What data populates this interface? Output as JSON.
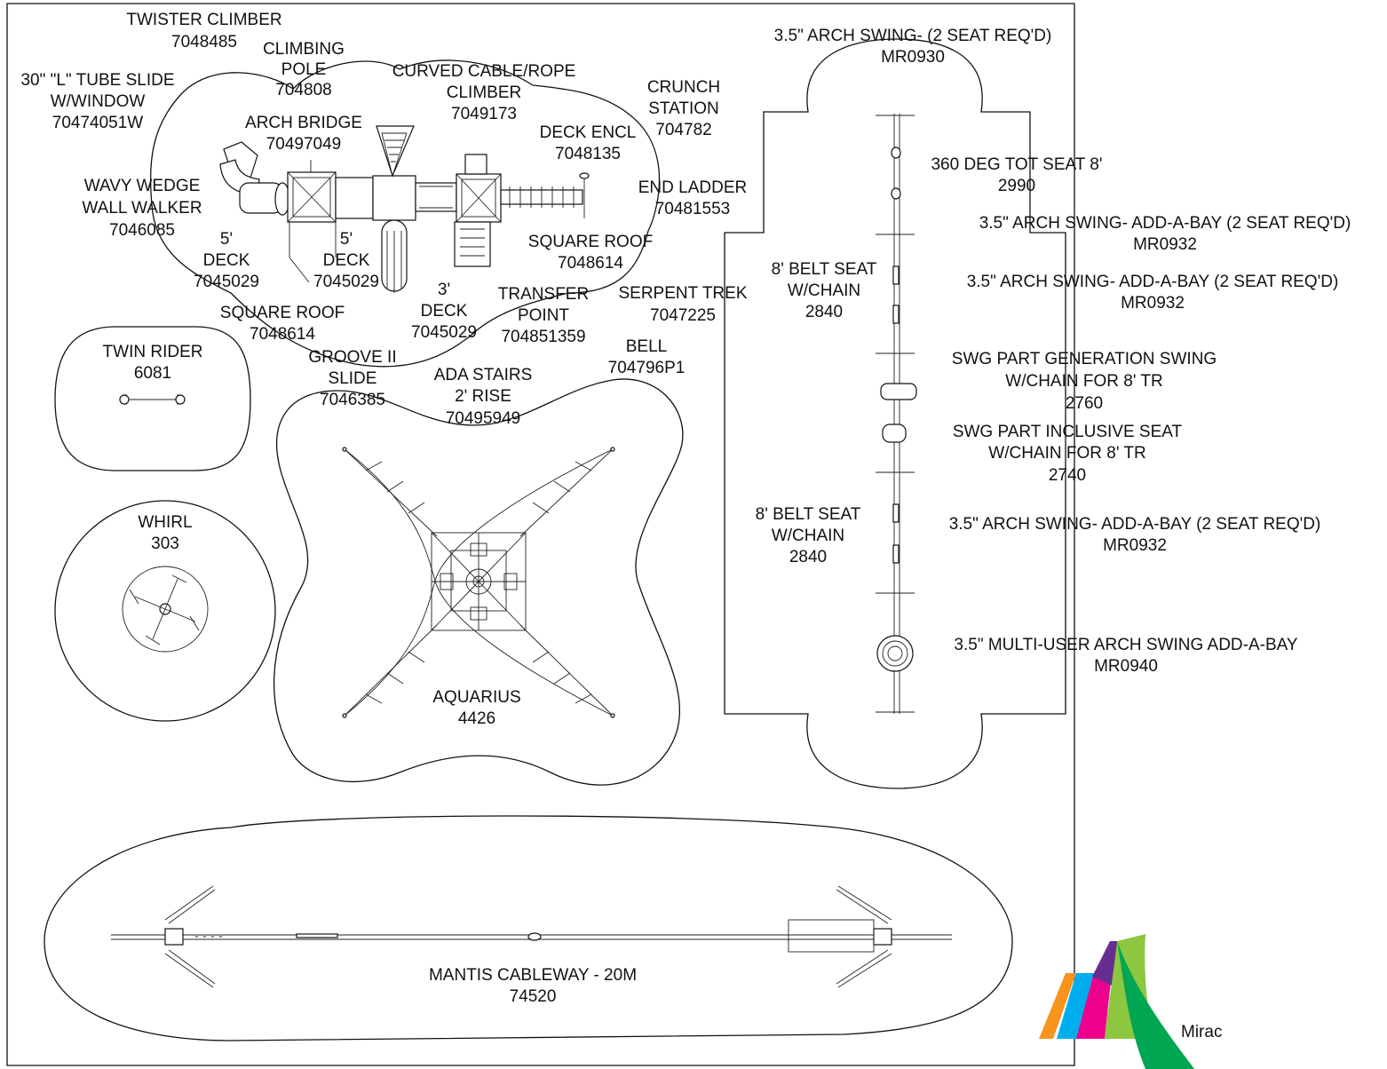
{
  "labels": {
    "twister_climber": [
      "TWISTER CLIMBER",
      "7048485"
    ],
    "climbing_pole": [
      "CLIMBING",
      "POLE",
      "704808"
    ],
    "l_tube_slide": [
      "30\" \"L\" TUBE SLIDE",
      "W/WINDOW",
      "70474051W"
    ],
    "curved_cable": [
      "CURVED CABLE/ROPE",
      "CLIMBER",
      "7049173"
    ],
    "crunch_station": [
      "CRUNCH",
      "STATION",
      "704782"
    ],
    "arch_bridge": [
      "ARCH BRIDGE",
      "70497049"
    ],
    "deck_encl": [
      "DECK ENCL",
      "7048135"
    ],
    "wavy_wedge": [
      "WAVY WEDGE",
      "WALL WALKER",
      "7046085"
    ],
    "end_ladder": [
      "END LADDER",
      "70481553"
    ],
    "deck_5_left": [
      "5'",
      "DECK",
      "7045029"
    ],
    "deck_5_right": [
      "5'",
      "DECK",
      "7045029"
    ],
    "square_roof_right": [
      "SQUARE ROOF",
      "7048614"
    ],
    "deck_3": [
      "3'",
      "DECK",
      "7045029"
    ],
    "transfer_point": [
      "TRANSFER",
      "POINT",
      "704851359"
    ],
    "serpent_trek": [
      "SERPENT TREK",
      "7047225"
    ],
    "square_roof_left": [
      "SQUARE ROOF",
      "7048614"
    ],
    "bell": [
      "BELL",
      "704796P1"
    ],
    "groove_slide": [
      "GROOVE II",
      "SLIDE",
      "7046385"
    ],
    "ada_stairs": [
      "ADA STAIRS",
      "2' RISE",
      "70495949"
    ],
    "twin_rider": [
      "TWIN RIDER",
      "6081"
    ],
    "whirl": [
      "WHIRL",
      "303"
    ],
    "aquarius": [
      "AQUARIUS",
      "4426"
    ],
    "arch_swing_top": [
      "3.5\" ARCH SWING- (2 SEAT REQ'D)",
      "MR0930"
    ],
    "tot_seat": [
      "360 DEG TOT SEAT 8'",
      "2990"
    ],
    "add_a_bay_1": [
      "3.5\" ARCH SWING- ADD-A-BAY (2 SEAT REQ'D)",
      "MR0932"
    ],
    "add_a_bay_2": [
      "3.5\" ARCH SWING- ADD-A-BAY (2 SEAT REQ'D)",
      "MR0932"
    ],
    "belt_seat_1": [
      "8' BELT SEAT",
      "W/CHAIN",
      "2840"
    ],
    "generation_swing": [
      "SWG PART GENERATION SWING",
      "W/CHAIN FOR 8' TR",
      "2760"
    ],
    "inclusive_seat": [
      "SWG PART INCLUSIVE SEAT",
      "W/CHAIN FOR 8' TR",
      "2740"
    ],
    "belt_seat_2": [
      "8' BELT SEAT",
      "W/CHAIN",
      "2840"
    ],
    "add_a_bay_3": [
      "3.5\" ARCH SWING- ADD-A-BAY (2 SEAT REQ'D)",
      "MR0932"
    ],
    "multi_user": [
      "3.5\" MULTI-USER ARCH SWING ADD-A-BAY",
      "MR0940"
    ],
    "mantis": [
      "MANTIS CABLEWAY - 20M",
      "74520"
    ]
  },
  "logo": {
    "text": "Mirac",
    "colors": [
      "#f7941d",
      "#00aeef",
      "#ec008c",
      "#8dc63f",
      "#00a651",
      "#662d91"
    ]
  }
}
